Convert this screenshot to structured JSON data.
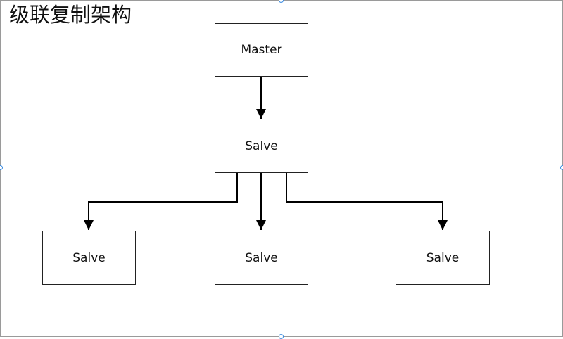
{
  "diagram": {
    "title": "级联复制架构",
    "nodes": {
      "master": "Master",
      "middle": "Salve",
      "left": "Salve",
      "center": "Salve",
      "right": "Salve"
    },
    "edge_color": "#000000",
    "selection_handle_color": "#3a8be0"
  }
}
